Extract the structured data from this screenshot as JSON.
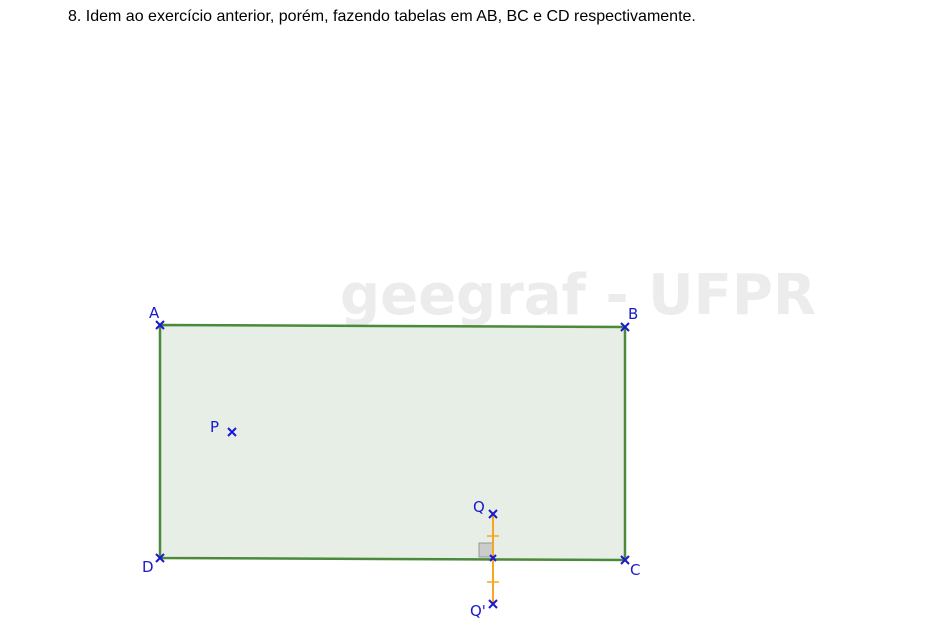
{
  "exercise": {
    "text": "8. Idem ao exercício anterior, porém, fazendo tabelas em AB, BC e CD respectivamente."
  },
  "watermark": {
    "text": "geegraf - UFPR"
  },
  "figure": {
    "points": {
      "A": "A",
      "B": "B",
      "C": "C",
      "D": "D",
      "P": "P",
      "Q": "Q",
      "Q_prime": "Q'"
    }
  },
  "colors": {
    "rectangle_fill": "#e6eee6",
    "rectangle_stroke": "#4a8a3a",
    "point": "#1a1acc",
    "reflection_segment": "#f5a623",
    "right_angle_marker": "#cccccc",
    "watermark": "#ececec"
  }
}
